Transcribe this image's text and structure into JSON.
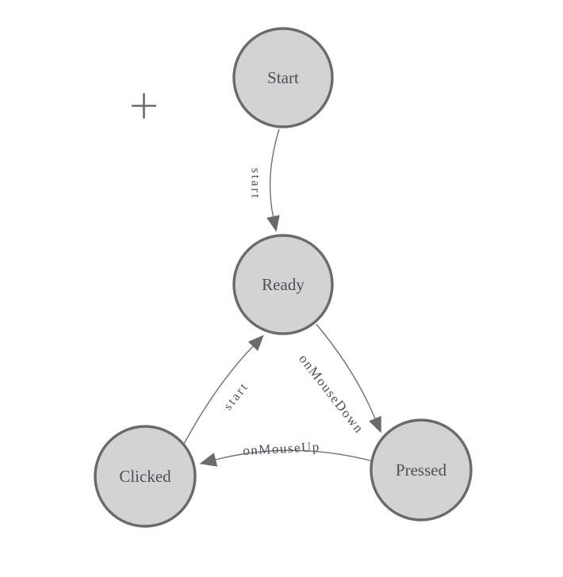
{
  "diagram": {
    "nodes": [
      {
        "id": "start",
        "label": "Start"
      },
      {
        "id": "ready",
        "label": "Ready"
      },
      {
        "id": "pressed",
        "label": "Pressed"
      },
      {
        "id": "clicked",
        "label": "Clicked"
      }
    ],
    "edges": [
      {
        "from": "start",
        "to": "ready",
        "label": "start"
      },
      {
        "from": "ready",
        "to": "pressed",
        "label": "onMouseDown"
      },
      {
        "from": "pressed",
        "to": "clicked",
        "label": "onMouseUp"
      },
      {
        "from": "clicked",
        "to": "ready",
        "label": "start"
      }
    ],
    "icons": {
      "crosshair": "plus-crosshair-icon"
    },
    "colors": {
      "background": "#ffffff",
      "node_fill": "#d3d3d3",
      "node_stroke": "#6a6a6a",
      "edge": "#707070",
      "label_text": "#50505a"
    }
  }
}
